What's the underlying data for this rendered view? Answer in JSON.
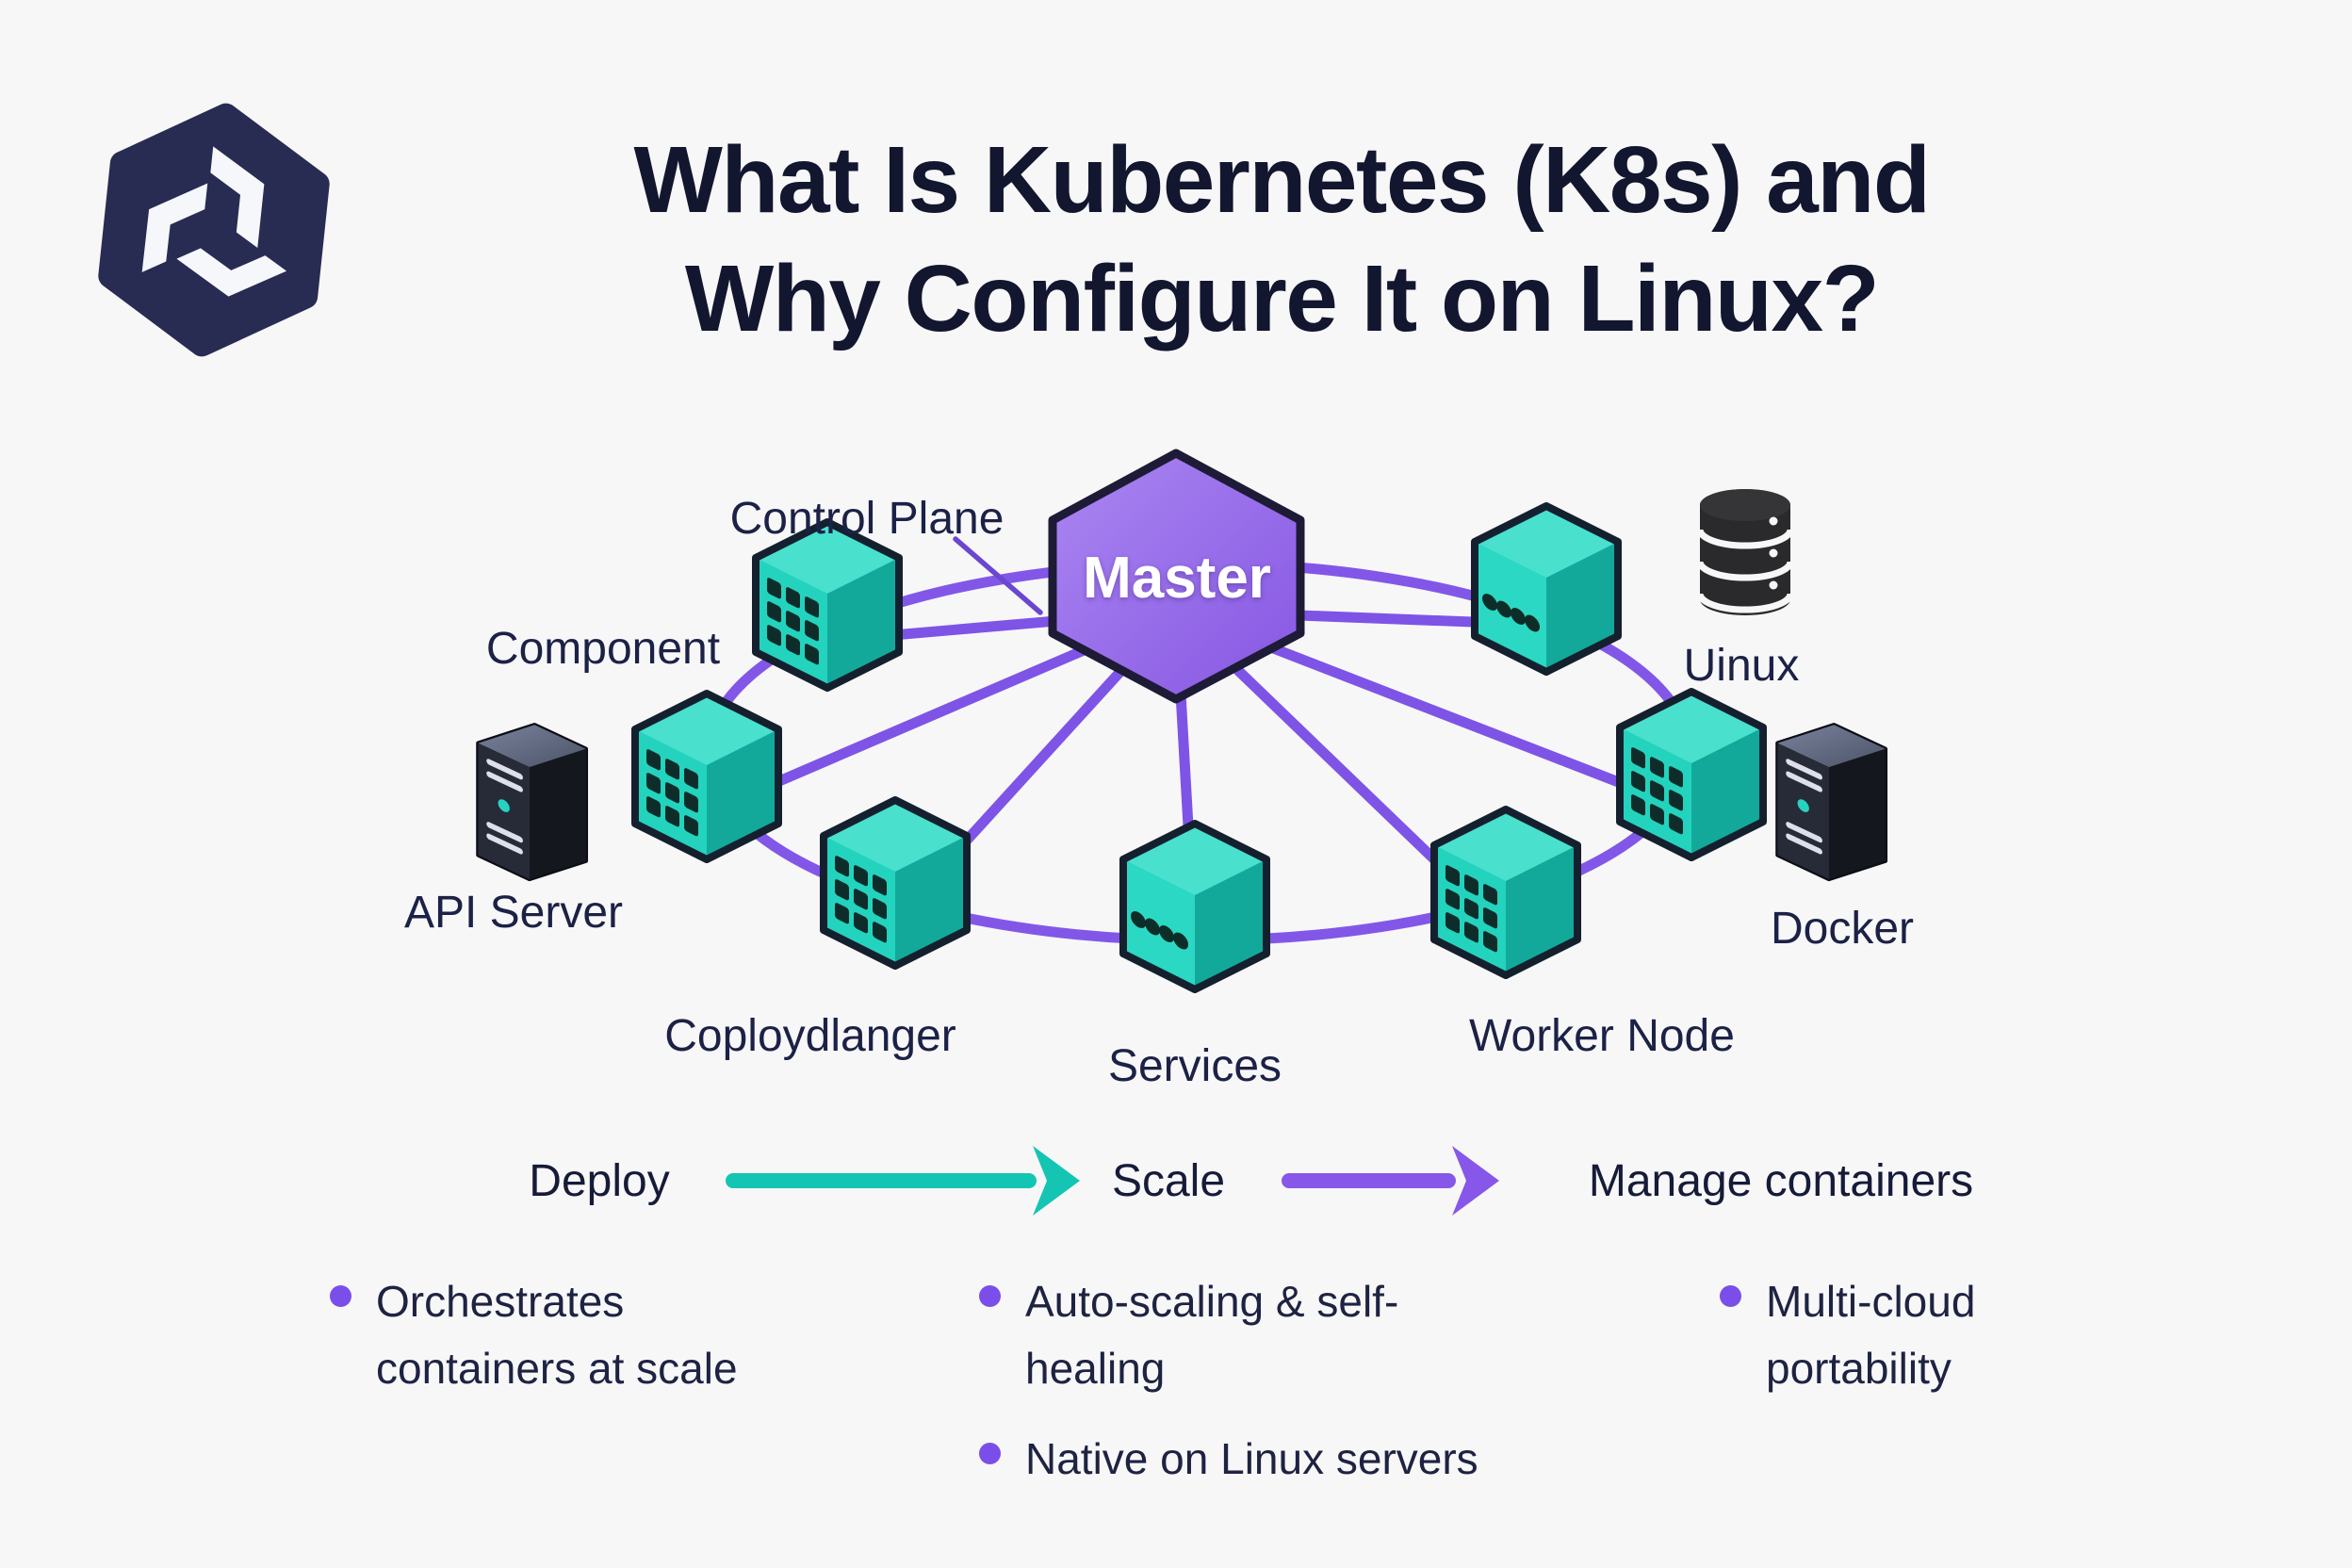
{
  "page": {
    "background": "#f7f7f8"
  },
  "header": {
    "logo": "hexagon-knot-logo",
    "title_line1": "What Is Kubernetes (K8s) and",
    "title_line2": "Why Configure It on Linux?"
  },
  "diagram": {
    "callout": "Control Plane",
    "master": "Master",
    "nodes": {
      "component": "Component",
      "api_server": "API Server",
      "coploydlanger": "Coploydlanger",
      "services": "Services",
      "worker_node": "Worker Node",
      "docker": "Docker",
      "uinux": "Uinux"
    },
    "icons": {
      "node": "iso-cube-icon",
      "server": "server-tower-icon",
      "storage": "database-cylinder-icon"
    },
    "colors": {
      "master_purple": "#9468ea",
      "link_purple": "#7e54e6",
      "node_teal": "#23d3be",
      "server_dark": "#15171f"
    }
  },
  "flow": {
    "deploy": "Deploy",
    "scale": "Scale",
    "manage": "Manage containers",
    "arrow_teal": "#15c5b3",
    "arrow_purple": "#8657e8"
  },
  "bullets": [
    "Orchestrates containers at scale",
    "Auto-scaling & self-healing",
    "Native on Linux servers",
    "Multi-cloud portability"
  ],
  "bullet_dot_color": "#7a4ee8"
}
